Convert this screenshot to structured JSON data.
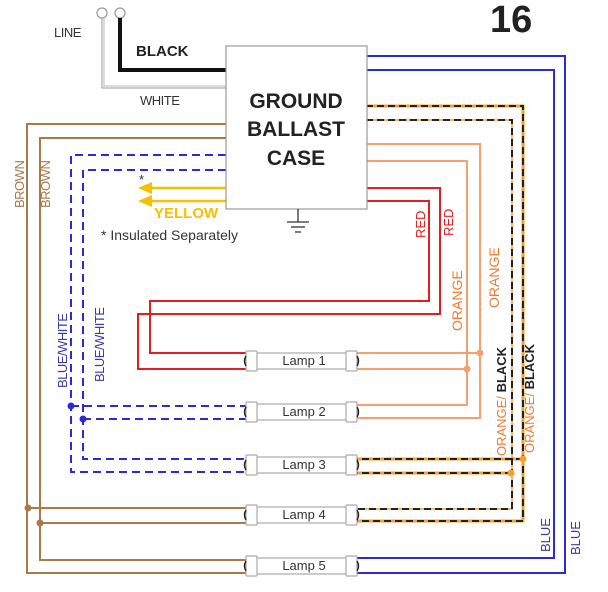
{
  "diagram_number": "16",
  "line_label": "LINE",
  "ballast": {
    "line1": "GROUND",
    "line2": "BALLAST",
    "line3": "CASE"
  },
  "wires": {
    "black": "BLACK",
    "white": "WHITE",
    "yellow": "YELLOW",
    "brown_outer": "BROWN",
    "brown_inner": "BROWN",
    "bluewhite_outer": "BLUE/WHITE",
    "bluewhite_inner": "BLUE/WHITE",
    "red_inner": "RED",
    "red_outer": "RED",
    "orange_inner": "ORANGE",
    "orange_outer": "ORANGE",
    "orangeblack_inner_a": "ORANGE/",
    "orangeblack_inner_b": " BLACK",
    "orangeblack_outer_a": "ORANGE/",
    "orangeblack_outer_b": " BLACK",
    "blue_inner": "BLUE",
    "blue_outer": "BLUE"
  },
  "footnote": {
    "asterisk": "*",
    "text": "* Insulated Separately"
  },
  "lamps": [
    {
      "label": "Lamp 1"
    },
    {
      "label": "Lamp 2"
    },
    {
      "label": "Lamp 3"
    },
    {
      "label": "Lamp 4"
    },
    {
      "label": "Lamp 5"
    }
  ],
  "colors": {
    "black": "#111111",
    "white_wire": "#9a9a9a",
    "brown": "#a87a4a",
    "blue": "#2a2ad8",
    "red": "#e02020",
    "orange": "#f5a070",
    "orange_text": "#f07a30",
    "yellow": "#f5c000",
    "text": "#222222"
  }
}
